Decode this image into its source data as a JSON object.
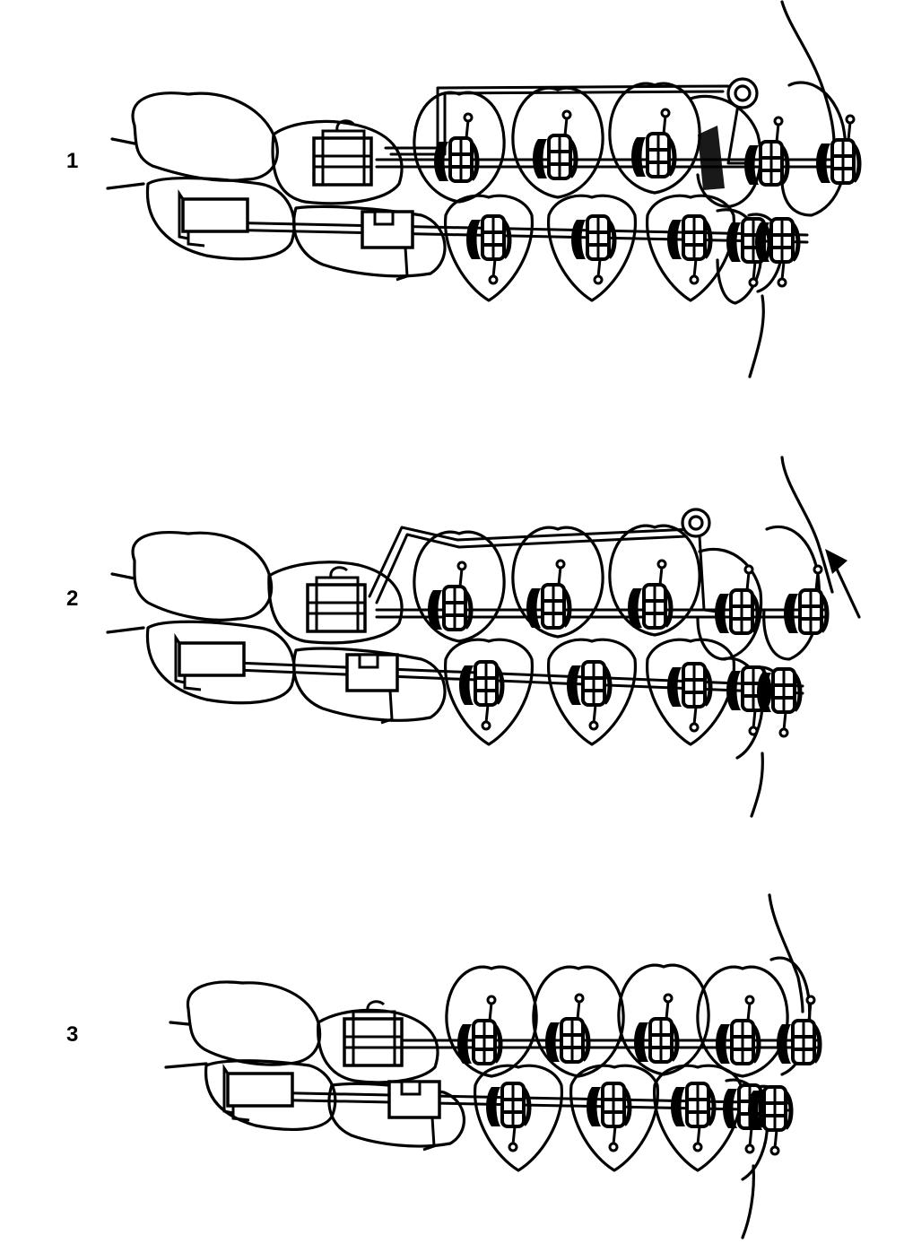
{
  "panels": [
    {
      "label": "1"
    },
    {
      "label": "2"
    },
    {
      "label": "3"
    }
  ],
  "colors": {
    "ink": "#000000",
    "paper": "#ffffff"
  },
  "icons": [
    "tooth-outline",
    "orthodontic-bracket",
    "archwire",
    "molar-band",
    "helical-loop",
    "arrow"
  ]
}
